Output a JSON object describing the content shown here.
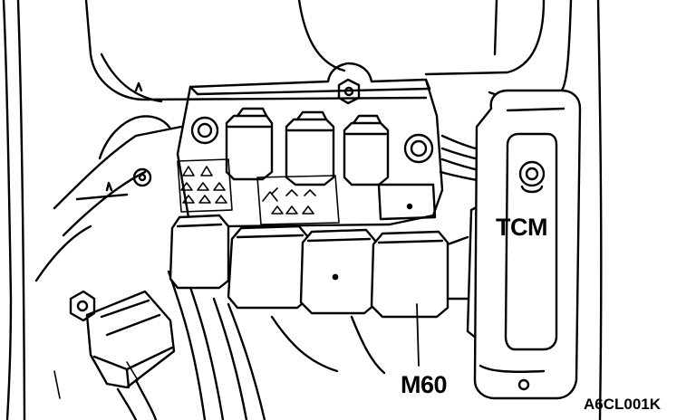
{
  "labels": {
    "tcm": "TCM",
    "relay": "M60",
    "figure_code": "A6CL001K"
  },
  "colors": {
    "line": "#000000",
    "background": "#ffffff"
  }
}
